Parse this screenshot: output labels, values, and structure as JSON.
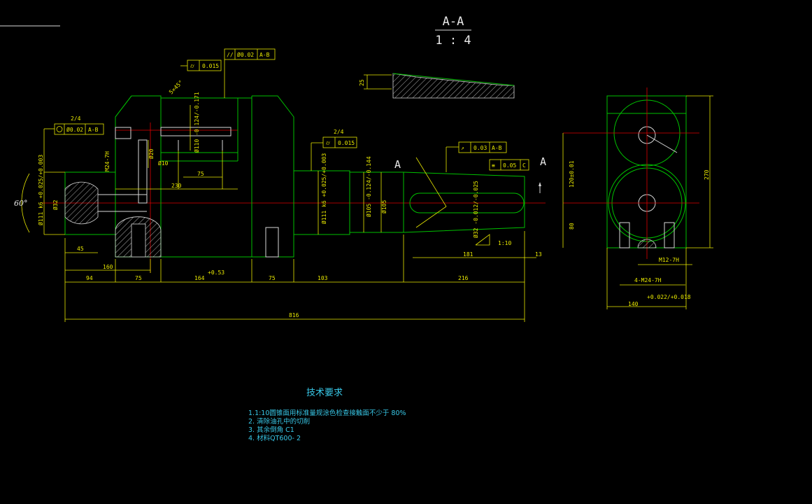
{
  "section": {
    "label": "A-A",
    "scale": "1 : 4"
  },
  "cut_marks": {
    "left": "A",
    "right": "A"
  },
  "fcf": {
    "cyl": {
      "tol": "0.015"
    },
    "parallel": {
      "tol": "Ø0.02",
      "datum": "A-B"
    },
    "concentric": {
      "tol": "Ø0.02",
      "datum": "A-B"
    },
    "cyl2": {
      "tol": "0.015"
    },
    "runout": {
      "tol": "0.03",
      "datum": "A-B"
    },
    "symmetry": {
      "tol": "0.05",
      "datum": "C"
    }
  },
  "dims": {
    "d5": "5×45°",
    "d2a": "2/4",
    "d2b": "2/4",
    "d110": "Ø110 -0.124/-0.171",
    "m24_7h": "M24-7H",
    "d20": "Ø20",
    "d10": "Ø10",
    "d75a": "75",
    "d230": "230",
    "d111_left": "Ø111 k6 +0.025/+0.003",
    "d32": "Ø32",
    "angle60": "60°",
    "d45": "45",
    "d160": "160",
    "d94": "94",
    "d75b": "75",
    "d164": "164",
    "d164_tol": "+0.53",
    "d75c": "75",
    "d103": "103",
    "d816": "816",
    "d111_mid": "Ø111 k6 +0.025/+0.003",
    "d105a": "Ø105 -0.124/-0.144",
    "d105b": "Ø105",
    "d32b": "Ø32 -0.012/-0.025",
    "taper": "1:10",
    "d181": "181",
    "d13": "13",
    "d216": "216",
    "d25": "25",
    "d120": "120±0.01",
    "d80": "80",
    "d270": "270",
    "m12": "M12-7H",
    "m24x4": "4-M24-7H",
    "d140": "140",
    "d140_tol": "+0.022/+0.018"
  },
  "notes": {
    "title": "技术要求",
    "items": [
      "1.1:10圆锥面用标准量规涂色检查接触面不少于 80%",
      "2. 清除油孔中的切削",
      "3. 其余倒角 C1",
      "4. 材料QT600- 2"
    ]
  },
  "colors": {
    "outline": "#00c000",
    "dimension": "#e8e800",
    "centerline": "#e00000",
    "notes": "#38c8e8",
    "background": "#000000"
  }
}
